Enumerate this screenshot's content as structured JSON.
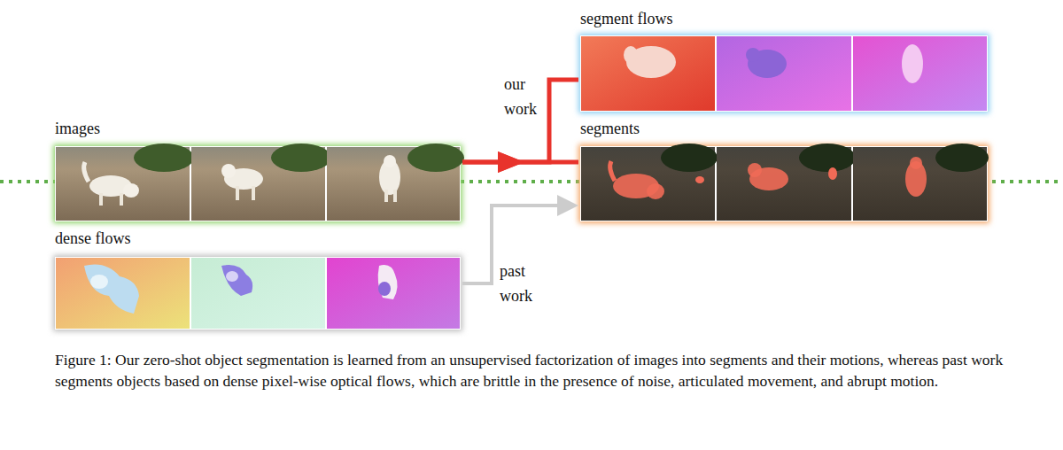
{
  "diagram": {
    "caption": "Figure 1: Our zero-shot object segmentation is learned from an unsupervised factorization of images into segments and their motions, whereas past work segments objects based on dense pixel-wise optical flows, which are brittle in the presence of noise, articulated movement, and abrupt motion.",
    "nodes": [
      {
        "text": [
          "images"
        ]
      },
      {
        "text": [
          "dense flows"
        ]
      },
      {
        "text": [
          "segment flows"
        ]
      },
      {
        "text": [
          "segments"
        ]
      }
    ],
    "edges": [
      {
        "from": 0,
        "to": 2,
        "arrow": "to",
        "label": "our work"
      },
      {
        "from": 0,
        "to": 3,
        "arrow": "to"
      },
      {
        "from": 1,
        "to": 3,
        "arrow": "to",
        "label": "past work"
      }
    ]
  }
}
